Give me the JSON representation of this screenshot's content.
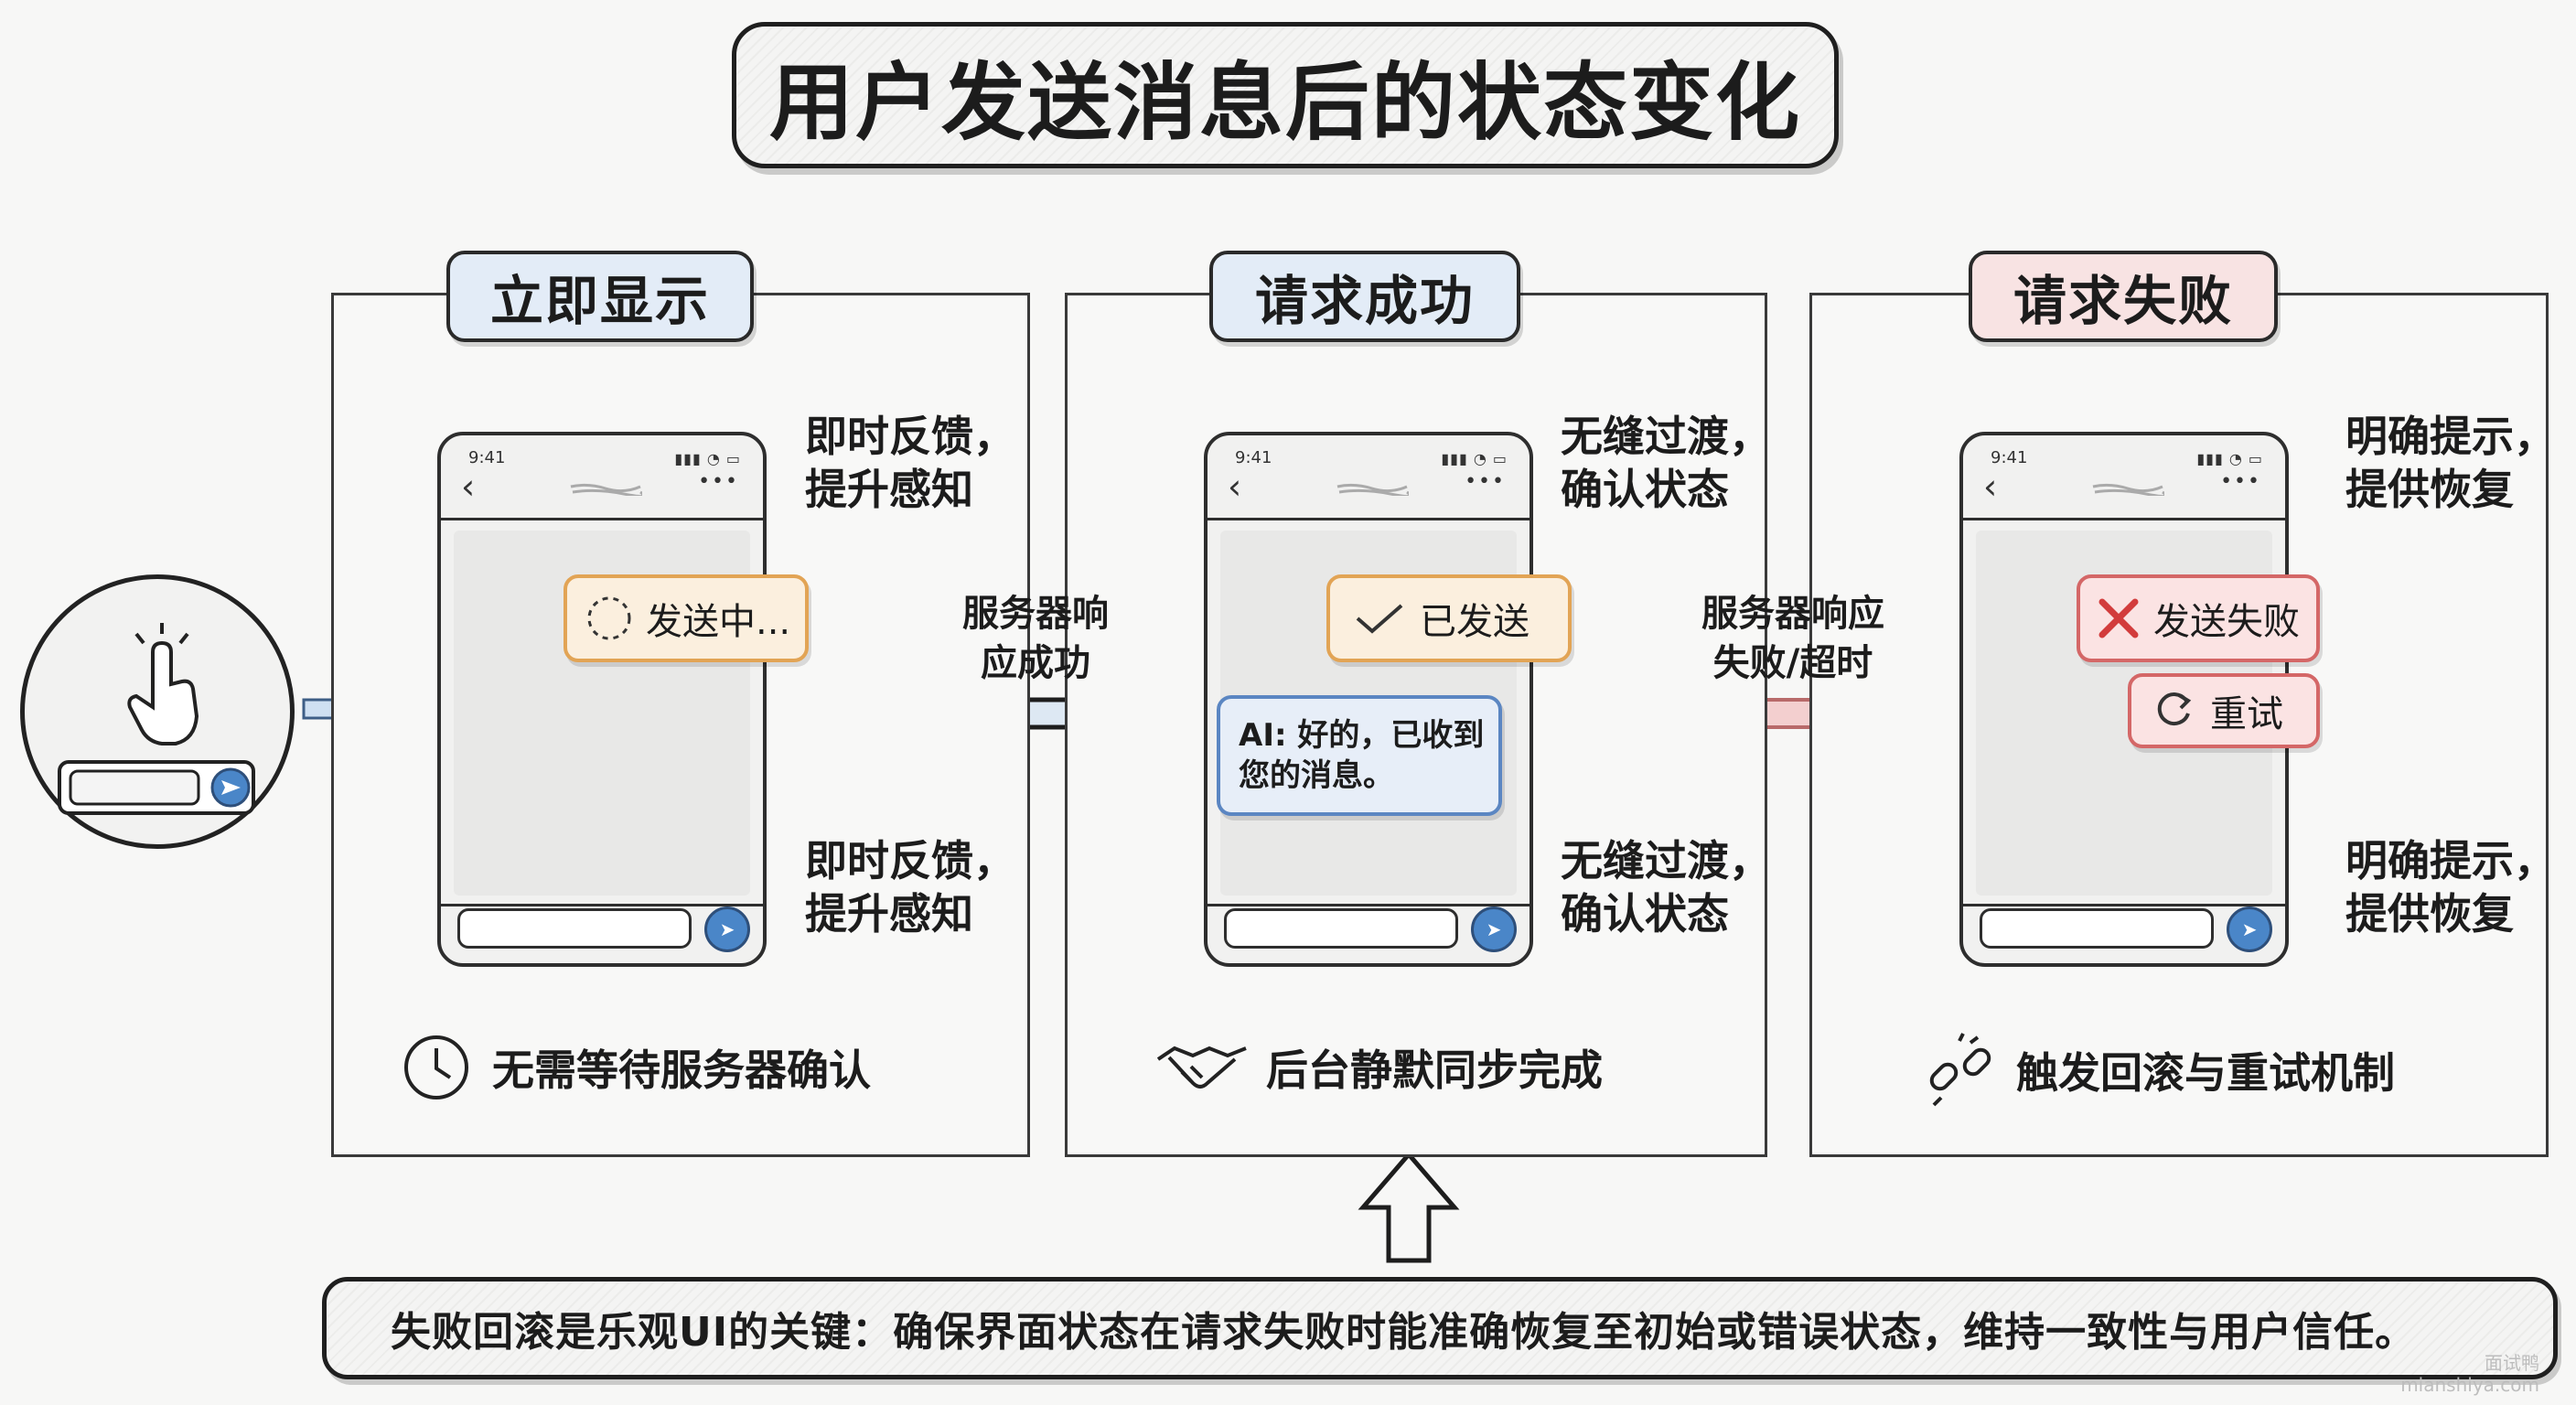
{
  "title": "用户发送消息后的状态变化",
  "phone_status_time": "9:41",
  "initial": {
    "icon": "tap-hand-icon"
  },
  "panels": [
    {
      "tag": "立即显示",
      "chip": "发送中...",
      "note_top": "即时反馈，\n提升感知",
      "note_bottom": "即时反馈，\n提升感知",
      "caption": "无需等待服务器确认",
      "caption_icon": "clock-icon"
    },
    {
      "tag": "请求成功",
      "chip": "已发送",
      "ai_reply": "AI: 好的，已收到\n您的消息。",
      "note_top": "无缝过渡，\n确认状态",
      "note_bottom": "无缝过渡，\n确认状态",
      "caption": "后台静默同步完成",
      "caption_icon": "handshake-icon"
    },
    {
      "tag": "请求失败",
      "chip": "发送失败",
      "retry": "重试",
      "note_top": "明确提示，\n提供恢复",
      "note_bottom": "明确提示，\n提供恢复",
      "caption": "触发回滚与重试机制",
      "caption_icon": "broken-link-icon"
    }
  ],
  "arrows": [
    {
      "label": "服务器响\n应成功",
      "color": "#2a2a2a"
    },
    {
      "label": "服务器响应\n失败/超时",
      "color": "#e7a3a3"
    }
  ],
  "summary": "失败回滚是乐观UI的关键：确保界面状态在请求失败时能准确恢复至初始或错误状态，维持一致性与用户信任。",
  "watermark": "面试鸭\nmianshiya.com",
  "colors": {
    "send_button": "#4a86c8",
    "sending_border": "#e2a455",
    "failed_border": "#d46767",
    "bubble_border": "#5b86c2"
  }
}
